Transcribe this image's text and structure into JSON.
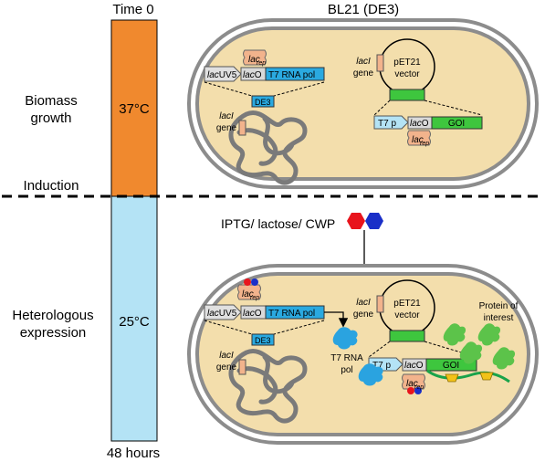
{
  "timeline": {
    "start_label": "Time 0",
    "end_label": "48 hours",
    "phase1_temp": "37°C",
    "phase2_temp": "25°C",
    "colors": {
      "phase1": "#f0892e",
      "phase2": "#b4e3f5"
    }
  },
  "side_labels": {
    "biomass": [
      "Biomass",
      "growth"
    ],
    "induction": "Induction",
    "heterologous": [
      "Heterologous",
      "expression"
    ]
  },
  "strain": "BL21 (DE3)",
  "inducer": {
    "text": "IPTG/ lactose/ CWP",
    "colors": {
      "red": "#e8141c",
      "blue": "#1a2fc8"
    }
  },
  "cell_top": {
    "lacuv5_a": "lac",
    "lacuv5_b": "UV5",
    "laco_a": "lac",
    "laco_b": "O",
    "t7pol": "T7 RNA pol",
    "de3": "DE3",
    "lacrep_a": "lac",
    "lacrep_b": "rep",
    "laci_a": "lacI",
    "laci_b": "gene",
    "plasmid_laci_a": "lacI",
    "plasmid_laci_b": "gene",
    "plasmid_a": "pET21",
    "plasmid_b": "vector",
    "t7p": "T7 p",
    "plasmid_laco_a": "lac",
    "plasmid_laco_b": "O",
    "goi": "GOI",
    "plasmid_lacrep_a": "lac",
    "plasmid_lacrep_b": "rep"
  },
  "cell_bottom": {
    "lacrep_a": "lac",
    "lacrep_b": "rep",
    "lacuv5_a": "lac",
    "lacuv5_b": "UV5",
    "laco_a": "lac",
    "laco_b": "O",
    "t7pol": "T7 RNA pol",
    "de3": "DE3",
    "laci_a": "lacI",
    "laci_b": "gene",
    "t7pol_protein": [
      "T7 RNA",
      "pol"
    ],
    "plasmid_laci_a": "lacI",
    "plasmid_laci_b": "gene",
    "plasmid_a": "pET21",
    "plasmid_b": "vector",
    "t7p": "T7 p",
    "plasmid_laco_a": "lac",
    "plasmid_laco_b": "O",
    "goi": "GOI",
    "protein_label": [
      "Protein of",
      "interest"
    ],
    "plasmid_lacrep_a": "lac",
    "plasmid_lacrep_b": "rep"
  },
  "colors": {
    "cell_fill": "#f3deac",
    "cell_wall": "#8c8c8c",
    "t7pol_box": "#2aa9e0",
    "de3_box": "#2aa9e0",
    "goi_box": "#3ec63e",
    "laco_box": "#d9d9d9",
    "laci_box": "#f2b38c",
    "protein_green": "#5cc34a",
    "chain_green": "#1aa34a",
    "yellow_cup": "#f2c218",
    "t7_protein_blue": "#2aa3e0"
  }
}
